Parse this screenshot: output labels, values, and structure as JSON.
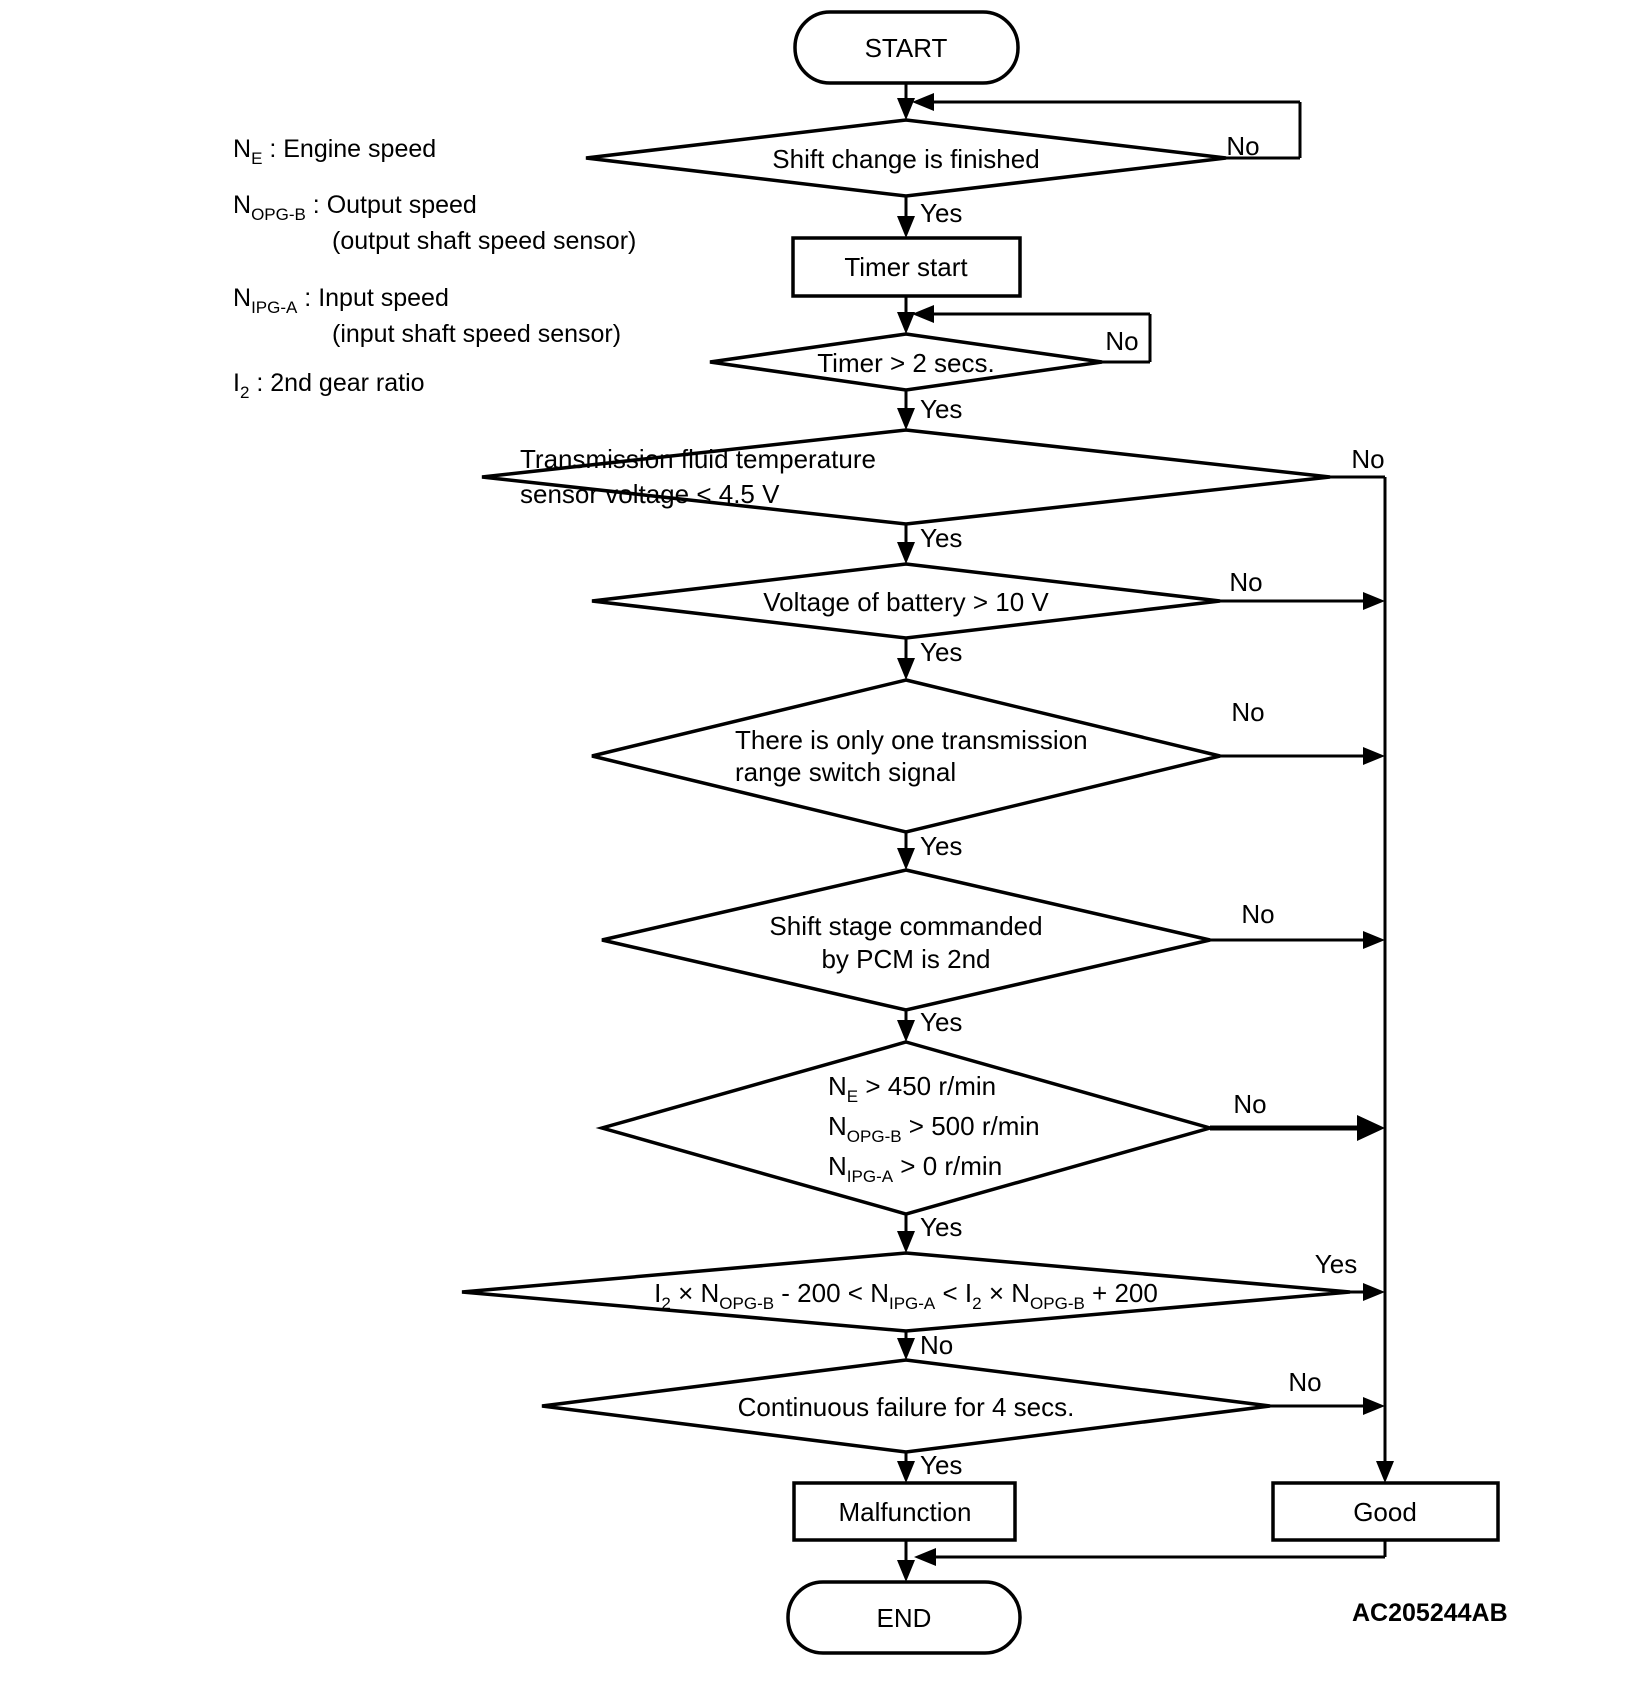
{
  "colors": {
    "background": "#ffffff",
    "line": "#000000",
    "text": "#000000"
  },
  "legend": {
    "items": [
      {
        "sym": "N",
        "sub": "E",
        "rest": " : Engine speed",
        "line2": ""
      },
      {
        "sym": "N",
        "sub": "OPG-B",
        "rest": " : Output speed",
        "line2": "(output shaft speed sensor)"
      },
      {
        "sym": "N",
        "sub": "IPG-A",
        "rest": " : Input speed",
        "line2": "(input shaft speed sensor)"
      },
      {
        "sym": "I",
        "sub": "2",
        "rest": " : 2nd gear ratio",
        "line2": ""
      }
    ]
  },
  "nodes": {
    "start": {
      "label": "START"
    },
    "d1": {
      "label": "Shift change is finished",
      "yes": "Yes",
      "no": "No"
    },
    "timer": {
      "label": "Timer start"
    },
    "d2": {
      "label": "Timer > 2 secs.",
      "yes": "Yes",
      "no": "No"
    },
    "d3": {
      "line1": "Transmission fluid temperature",
      "line2": "sensor voltage < 4.5 V",
      "yes": "Yes",
      "no": "No"
    },
    "d4": {
      "label": "Voltage of battery > 10 V",
      "yes": "Yes",
      "no": "No"
    },
    "d5": {
      "line1": "There is only one transmission",
      "line2": "range switch signal",
      "yes": "Yes",
      "no": "No"
    },
    "d6": {
      "line1": "Shift stage commanded",
      "line2": "by PCM is 2nd",
      "yes": "Yes",
      "no": "No"
    },
    "d7": {
      "lines": [
        {
          "sym": "N",
          "sub": "E",
          "rest": " > 450 r/min"
        },
        {
          "sym": "N",
          "sub": "OPG-B",
          "rest": " > 500 r/min"
        },
        {
          "sym": "N",
          "sub": "IPG-A",
          "rest": " > 0 r/min"
        }
      ],
      "yes": "Yes",
      "no": "No"
    },
    "d8": {
      "parts": [
        {
          "t": "I"
        },
        {
          "s": "2"
        },
        {
          "t": " × N"
        },
        {
          "s": "OPG-B"
        },
        {
          "t": " - 200 < N"
        },
        {
          "s": "IPG-A"
        },
        {
          "t": " < I"
        },
        {
          "s": "2"
        },
        {
          "t": " × N"
        },
        {
          "s": "OPG-B"
        },
        {
          "t": " + 200"
        }
      ],
      "yes": "Yes",
      "no": "No"
    },
    "d9": {
      "label": "Continuous failure for 4 secs.",
      "yes": "Yes",
      "no": "No"
    },
    "malfunction": {
      "label": "Malfunction"
    },
    "good": {
      "label": "Good"
    },
    "end": {
      "label": "END"
    }
  },
  "ref_code": "AC205244AB"
}
